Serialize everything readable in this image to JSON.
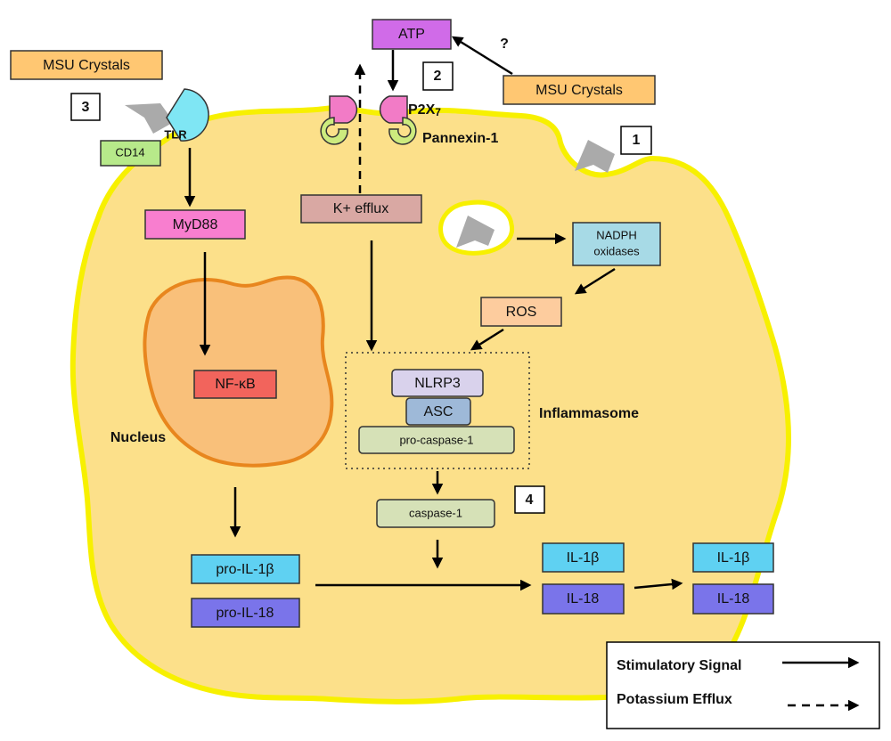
{
  "colors": {
    "cell_fill": "#FCE08A",
    "cell_border": "#F7F000",
    "nucleus_fill": "#F9C07A",
    "nucleus_border": "#E8861E",
    "msu_fill": "#FFC772",
    "atp_fill": "#D06BE8",
    "myd88_fill": "#F87ECF",
    "k_efflux_fill": "#D9A8A3",
    "nadph_fill": "#A7DAE6",
    "ros_fill": "#FDCC9E",
    "nfkb_fill": "#F2645C",
    "nlrp3_fill": "#D9D2EC",
    "asc_fill": "#9EB9D8",
    "caspase_fill": "#D6E1B7",
    "il1b_fill": "#5FD1F2",
    "il18_fill": "#7A74EA",
    "cd14_fill": "#B7E98A",
    "tlr_fill": "#7FE6F4",
    "p2x7_fill": "#F27BC6",
    "pannexin_fill": "#CDEB7E"
  },
  "diagram": {
    "msu_crystals_left": "MSU Crystals",
    "msu_crystals_right": "MSU Crystals",
    "atp": "ATP",
    "question_mark": "?",
    "tlr": "TLR",
    "cd14": "CD14",
    "p2x7": "P2X",
    "p2x7_sub": "7",
    "pannexin": "Pannexin-1",
    "myd88": "MyD88",
    "k_efflux": "K+ efflux",
    "nadph_line1": "NADPH",
    "nadph_line2": "oxidases",
    "ros": "ROS",
    "nfkb": "NF-κB",
    "nucleus": "Nucleus",
    "nlrp3": "NLRP3",
    "asc": "ASC",
    "pro_caspase": "pro-caspase-1",
    "inflammasome": "Inflammasome",
    "caspase": "caspase-1",
    "pro_il1b": "pro-IL-1β",
    "pro_il18": "pro-IL-18",
    "il1b_inside": "IL-1β",
    "il18_inside": "IL-18",
    "il1b_outside": "IL-1β",
    "il18_outside": "IL-18",
    "step_1": "1",
    "step_2": "2",
    "step_3": "3",
    "step_4": "4"
  },
  "legend": {
    "stimulatory": "Stimulatory Signal",
    "potassium": "Potassium Efflux"
  }
}
